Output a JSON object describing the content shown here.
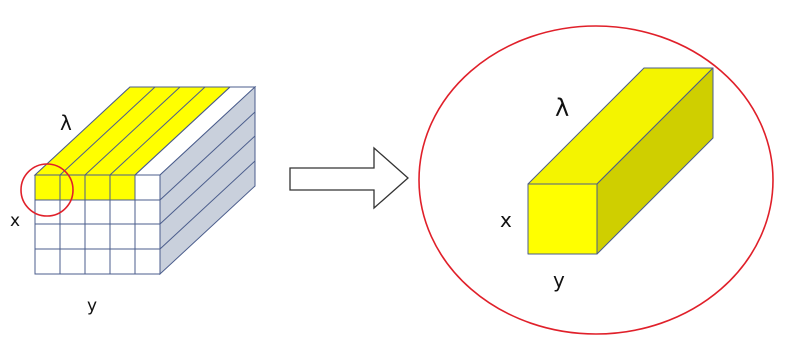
{
  "cube": {
    "labels": {
      "lambda": "λ",
      "x": "x",
      "y": "y"
    }
  },
  "pixel_column": {
    "labels": {
      "lambda": "λ",
      "x": "x",
      "y": "y"
    }
  },
  "colors": {
    "highlight_yellow": "#ffff00",
    "pixel_front_yellow": "#f2f200",
    "pixel_side_yellow": "#cccc00",
    "side_gray": "#c9d0dc",
    "grid_line": "#4b5d8c",
    "circle_red": "#e0202a"
  },
  "icons": {
    "arrow": "right-arrow-outline"
  }
}
